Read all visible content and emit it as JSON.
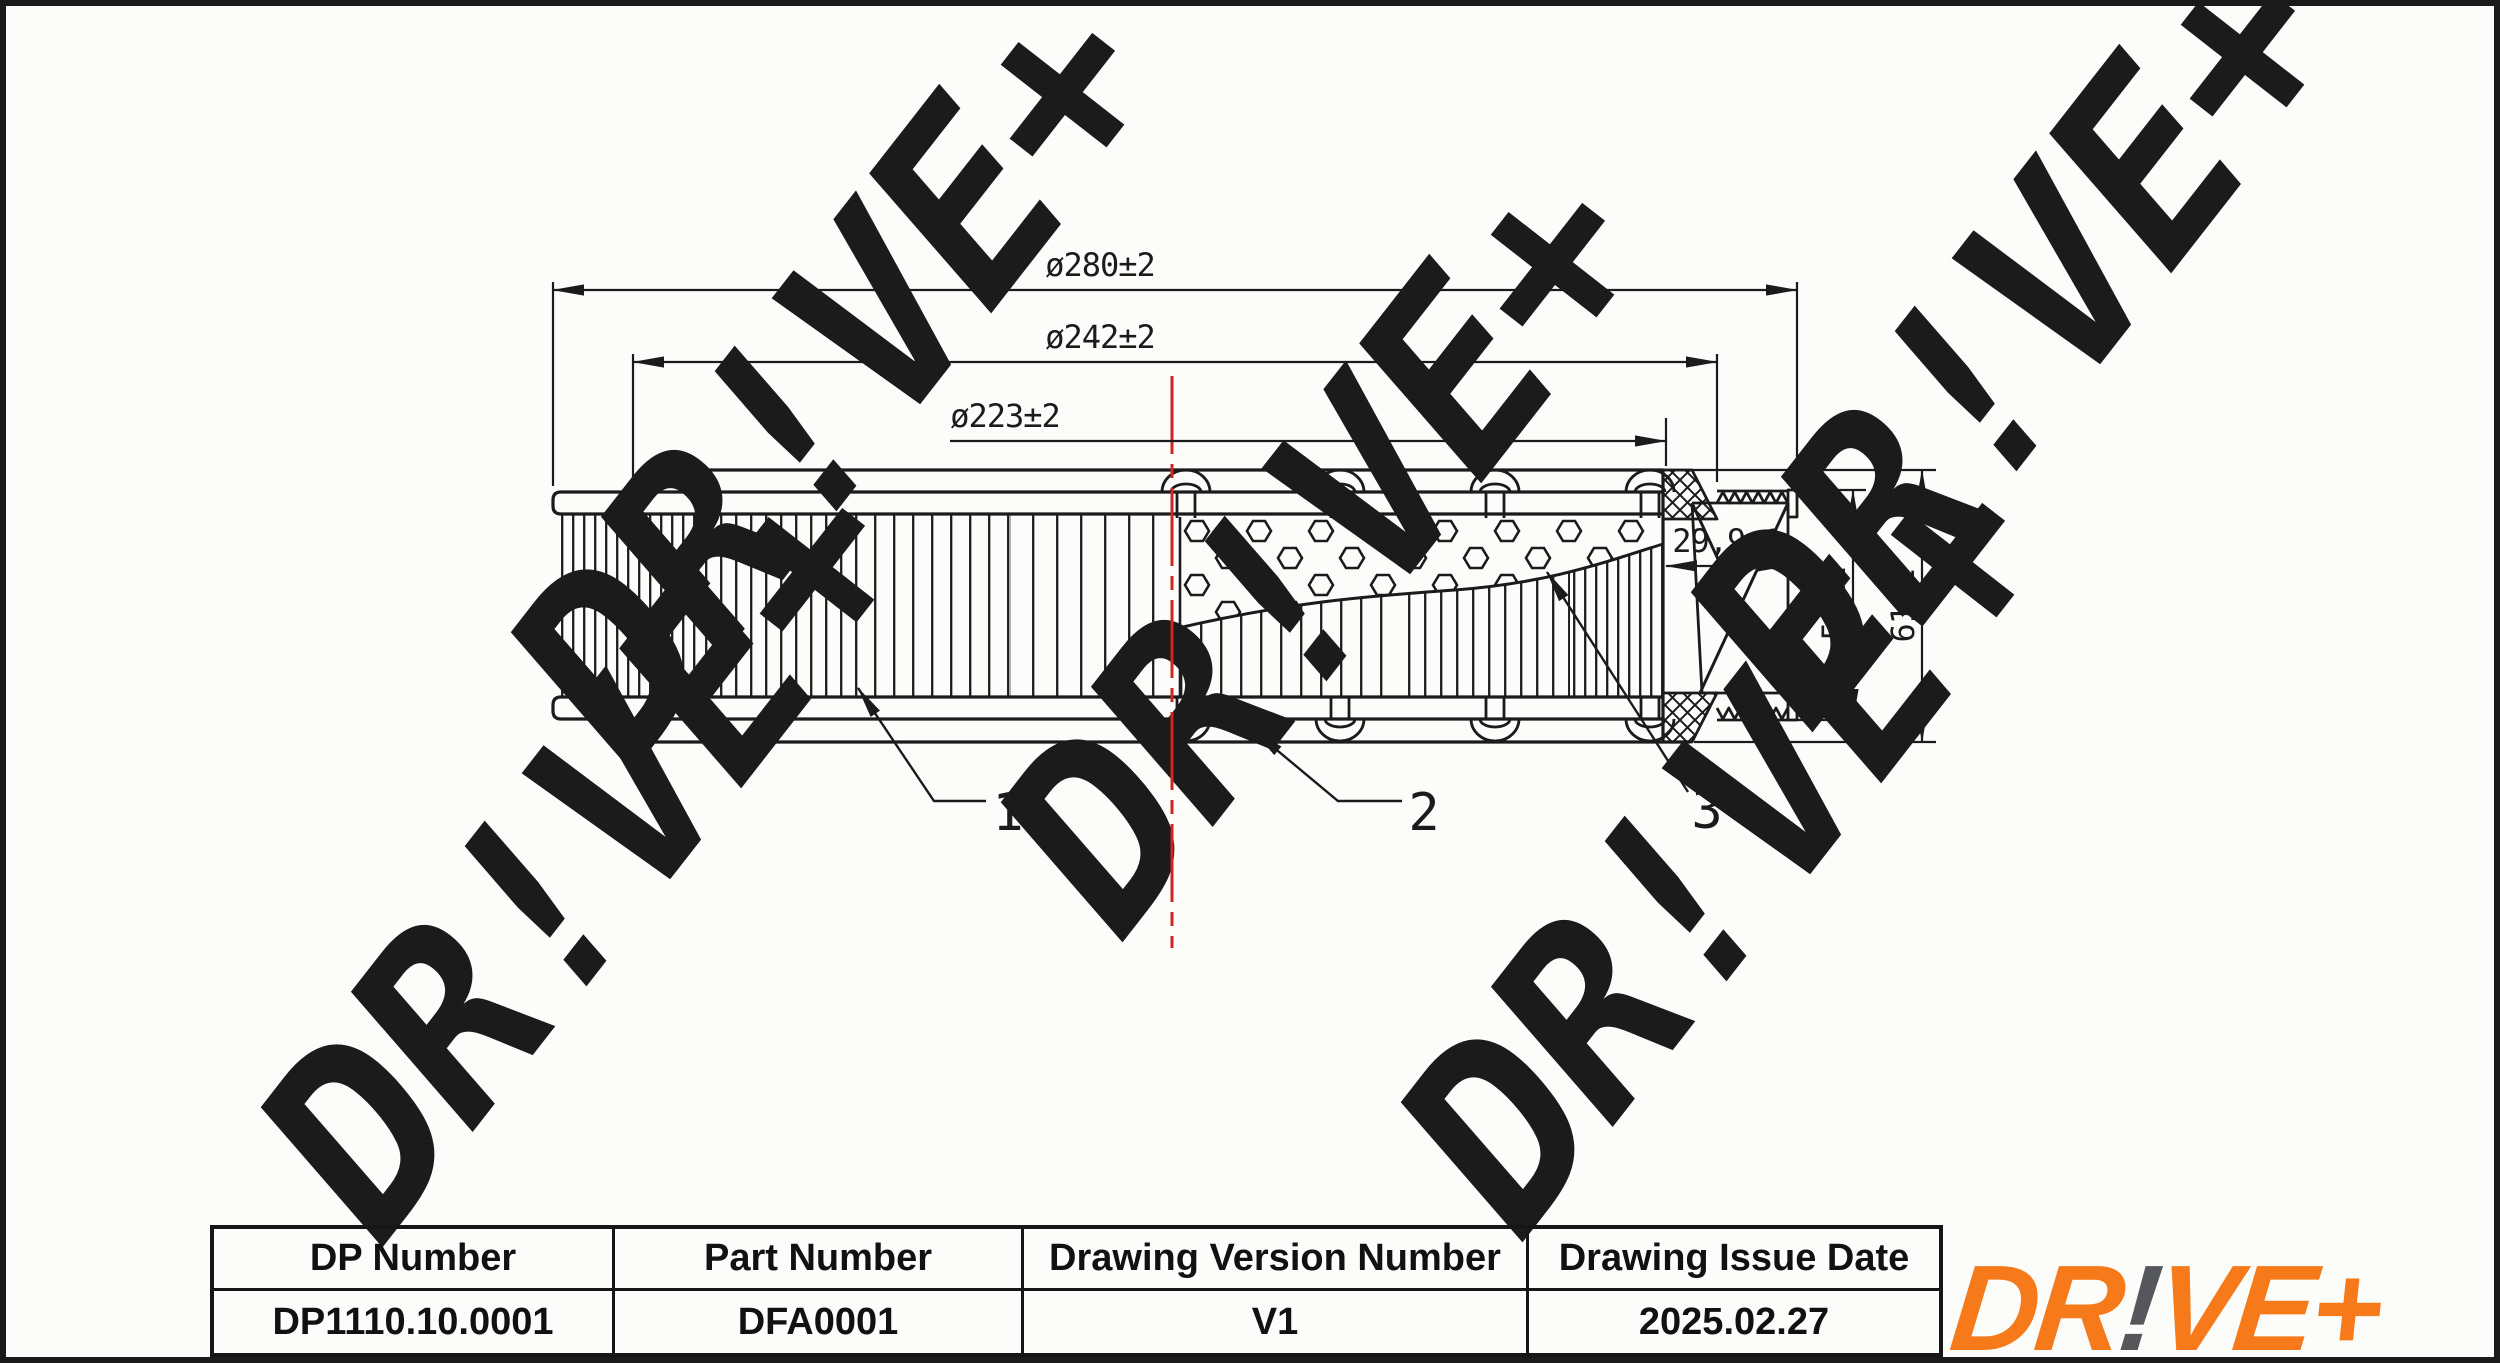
{
  "sheet": {
    "background": "#fcfcfb",
    "frame_color": "#1a1a1a",
    "line_color": "#1b1b1b"
  },
  "drawing": {
    "dim_outer_diameter": "ø280±2",
    "dim_mid_diameter": "ø242±2",
    "dim_inner_diameter": "ø223±2",
    "dim_seal_width": "29,9±1",
    "dim_seal_height": "52±1",
    "dim_total_height": "61±1",
    "callout_1": "1",
    "callout_2": "2",
    "callout_3": "3",
    "centerline_color": "#d2251f"
  },
  "watermark": {
    "text": "DR!VE+",
    "color": "#e8e5e1"
  },
  "title_block": {
    "headers": [
      "DP Number",
      "Part Number",
      "Drawing Version Number",
      "Drawing Issue Date"
    ],
    "values": [
      "DP1110.10.0001",
      "DFA0001",
      "V1",
      "2025.02.27"
    ]
  },
  "logo": {
    "part1": "DR",
    "part2": "!",
    "part3": "VE+",
    "primary_color": "#F6791A",
    "accent_color": "#56575B"
  }
}
